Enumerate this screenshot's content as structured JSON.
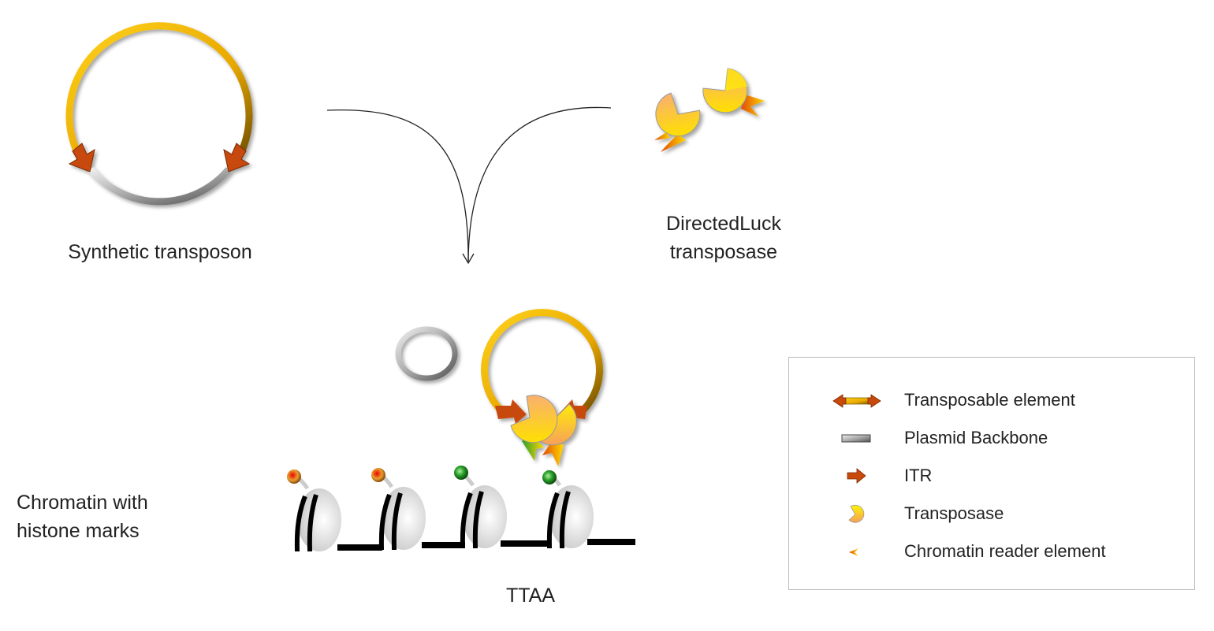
{
  "labels": {
    "synthetic_transposon": "Synthetic transposon",
    "transposase_line1": "DirectedLuck",
    "transposase_line2": "transposase",
    "chromatin_line1": "Chromatin with",
    "chromatin_line2": "histone marks",
    "site": "TTAA"
  },
  "legend": {
    "items": [
      {
        "label": "Transposable element",
        "icon": "transposable-element-icon"
      },
      {
        "label": "Plasmid Backbone",
        "icon": "plasmid-backbone-icon"
      },
      {
        "label": "ITR",
        "icon": "itr-arrow-icon"
      },
      {
        "label": "Transposase",
        "icon": "transposase-icon"
      },
      {
        "label": "Chromatin reader element",
        "icon": "chromatin-reader-icon"
      }
    ]
  },
  "colors": {
    "gold": "#f2b705",
    "itr": "#c84a0a",
    "backbone": "#b0b0b0",
    "histone_mark_active": "#2ea02e",
    "histone_mark_repressive": "#d9440f"
  }
}
